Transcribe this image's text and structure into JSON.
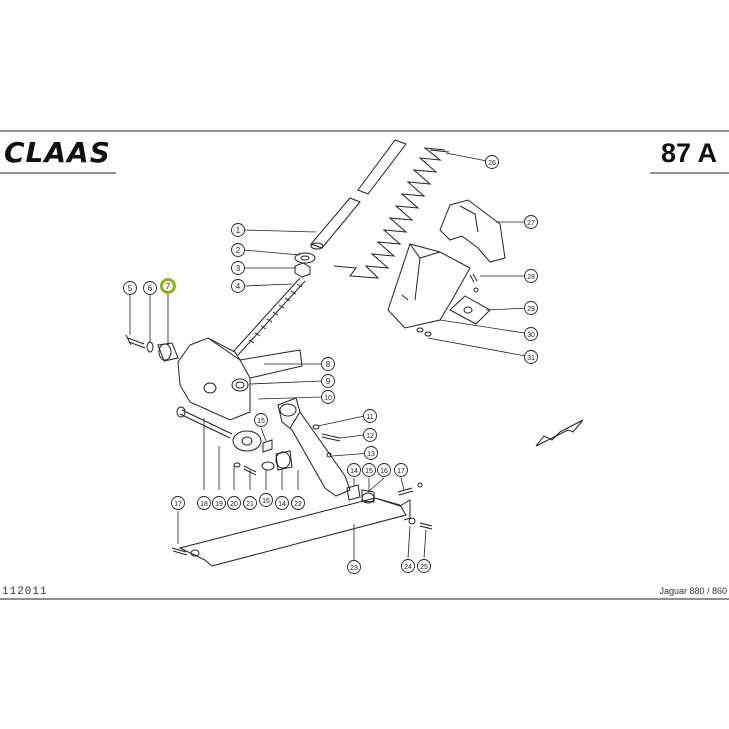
{
  "header": {
    "brand": "CLAAS",
    "page_number": "87 A"
  },
  "footer": {
    "document_code": "112011",
    "model": "Jaguar 880 / 860"
  },
  "callouts": [
    {
      "id": "c1",
      "label": "1"
    },
    {
      "id": "c2",
      "label": "2"
    },
    {
      "id": "c3",
      "label": "3"
    },
    {
      "id": "c4",
      "label": "4"
    },
    {
      "id": "c5",
      "label": "5"
    },
    {
      "id": "c6",
      "label": "6"
    },
    {
      "id": "c7",
      "label": "7",
      "highlighted": true
    },
    {
      "id": "c8",
      "label": "8"
    },
    {
      "id": "c9",
      "label": "9"
    },
    {
      "id": "c10",
      "label": "10"
    },
    {
      "id": "c11",
      "label": "11"
    },
    {
      "id": "c12",
      "label": "12"
    },
    {
      "id": "c13",
      "label": "13"
    },
    {
      "id": "c14a",
      "label": "14"
    },
    {
      "id": "c15a",
      "label": "15"
    },
    {
      "id": "c16a",
      "label": "16"
    },
    {
      "id": "c17a",
      "label": "17"
    },
    {
      "id": "c15b",
      "label": "15"
    },
    {
      "id": "c16b",
      "label": "16"
    },
    {
      "id": "c17b",
      "label": "17"
    },
    {
      "id": "c18",
      "label": "18"
    },
    {
      "id": "c19",
      "label": "19"
    },
    {
      "id": "c20",
      "label": "20"
    },
    {
      "id": "c21",
      "label": "21"
    },
    {
      "id": "c14b",
      "label": "14"
    },
    {
      "id": "c22",
      "label": "22"
    },
    {
      "id": "c23",
      "label": "23"
    },
    {
      "id": "c24",
      "label": "24"
    },
    {
      "id": "c25",
      "label": "25"
    },
    {
      "id": "c26",
      "label": "26"
    },
    {
      "id": "c27",
      "label": "27"
    },
    {
      "id": "c28",
      "label": "28"
    },
    {
      "id": "c29",
      "label": "29"
    },
    {
      "id": "c30",
      "label": "30"
    },
    {
      "id": "c31",
      "label": "31"
    }
  ],
  "colors": {
    "line": "#222222",
    "highlight": "#8db516",
    "background": "#ffffff"
  }
}
